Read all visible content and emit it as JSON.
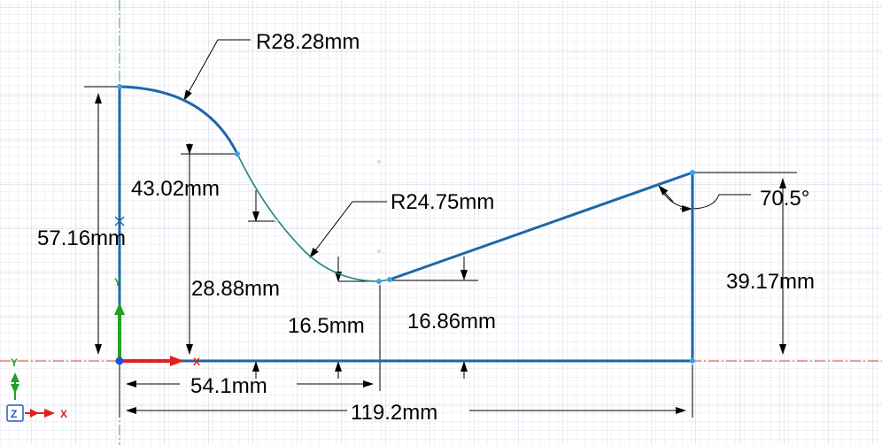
{
  "dimensions": {
    "radius_top": "R28.28mm",
    "radius_middle": "R24.75mm",
    "angle": "70.5°",
    "height_left": "57.16mm",
    "height_curve_step": "43.02mm",
    "height_inner": "28.88mm",
    "gap_small": "16.5mm",
    "gap_slope": "16.86mm",
    "height_right": "39.17mm",
    "width_to_valley": "54.1mm",
    "width_total": "119.2mm"
  },
  "axes": {
    "x_label": "X",
    "y_label": "Y",
    "z_label": "Z"
  },
  "colors": {
    "background": "#ffffff",
    "grid_minor": "#e3e6ef",
    "grid_major": "#c9cedd",
    "profile": "#1f67a8",
    "tangent_arc": "#1b8a7a",
    "vertex": "#38a3f0",
    "origin": "#1f55c8",
    "axis_x": "#e02020",
    "axis_y": "#22a022",
    "axis_z": "#1f5cc8",
    "centerline": "#e03a3a",
    "centerline_v": "#3fa03f"
  }
}
